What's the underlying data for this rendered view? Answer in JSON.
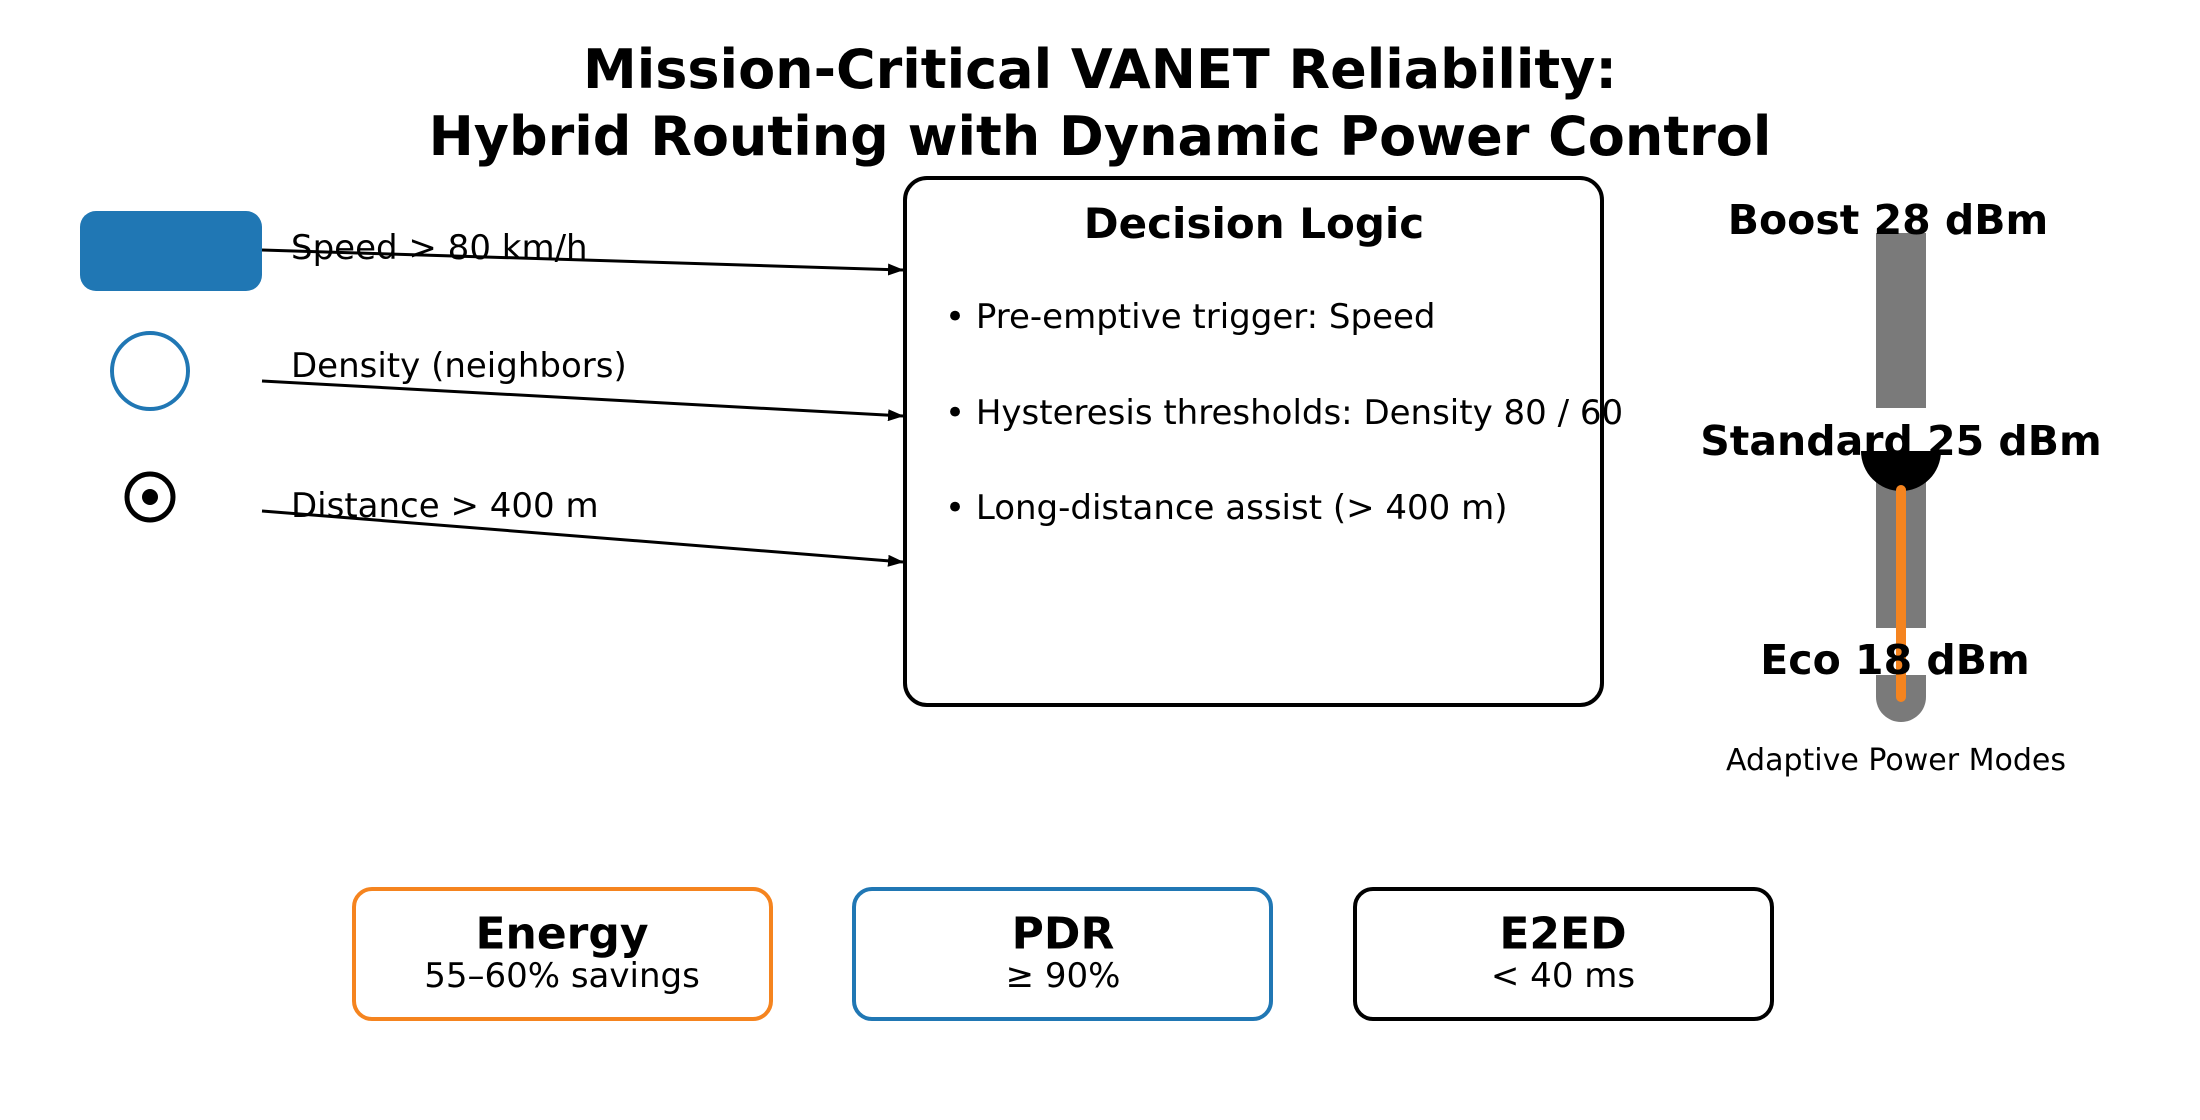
{
  "title": {
    "line1": "Mission-Critical VANET Reliability:",
    "line2": "Hybrid Routing with Dynamic Power Control"
  },
  "inputs": [
    {
      "label": "Speed > 80 km/h",
      "icon": "rounded-rectangle-icon"
    },
    {
      "label": "Density (neighbors)",
      "icon": "ring-icon"
    },
    {
      "label": "Distance > 400 m",
      "icon": "target-dot-icon"
    }
  ],
  "decision": {
    "title": "Decision Logic",
    "bullets": [
      "• Pre-emptive trigger: Speed",
      "• Hysteresis thresholds: Density 80 / 60",
      "• Long-distance assist (> 400 m)"
    ]
  },
  "power": {
    "modes": [
      "Boost 28 dBm",
      "Standard 25 dBm",
      "Eco 18 dBm"
    ],
    "caption": "Adaptive Power Modes"
  },
  "metrics": [
    {
      "name": "Energy",
      "value": "55–60% savings",
      "color": "#f5841f"
    },
    {
      "name": "PDR",
      "value": "≥ 90%",
      "color": "#2077b4"
    },
    {
      "name": "E2ED",
      "value": "< 40 ms",
      "color": "#000000"
    }
  ],
  "colors": {
    "blue": "#2077b4",
    "orange": "#f5841f",
    "gray": "#7a7a7a"
  }
}
